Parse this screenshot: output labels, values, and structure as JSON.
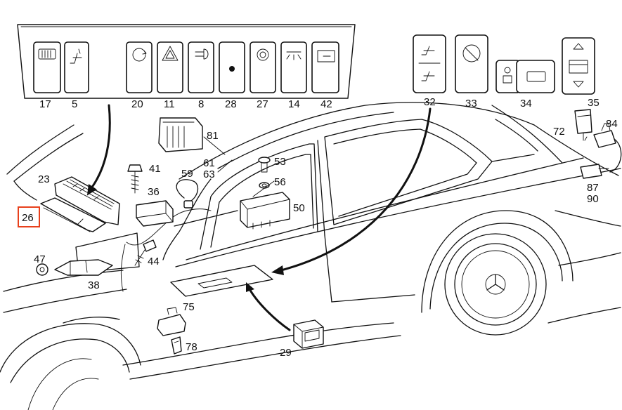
{
  "diagram": {
    "callouts": [
      {
        "id": "17",
        "label": "17"
      },
      {
        "id": "5",
        "label": "5"
      },
      {
        "id": "20",
        "label": "20"
      },
      {
        "id": "11",
        "label": "11"
      },
      {
        "id": "8",
        "label": "8"
      },
      {
        "id": "28",
        "label": "28"
      },
      {
        "id": "27",
        "label": "27"
      },
      {
        "id": "14",
        "label": "14"
      },
      {
        "id": "42",
        "label": "42"
      },
      {
        "id": "32",
        "label": "32"
      },
      {
        "id": "33",
        "label": "33"
      },
      {
        "id": "34",
        "label": "34"
      },
      {
        "id": "35",
        "label": "35"
      },
      {
        "id": "81",
        "label": "81"
      },
      {
        "id": "41",
        "label": "41"
      },
      {
        "id": "23",
        "label": "23"
      },
      {
        "id": "26",
        "label": "26"
      },
      {
        "id": "36",
        "label": "36"
      },
      {
        "id": "59",
        "label": "59"
      },
      {
        "id": "61",
        "label": "61"
      },
      {
        "id": "63",
        "label": "63"
      },
      {
        "id": "53",
        "label": "53"
      },
      {
        "id": "56",
        "label": "56"
      },
      {
        "id": "50",
        "label": "50"
      },
      {
        "id": "72",
        "label": "72"
      },
      {
        "id": "84",
        "label": "84"
      },
      {
        "id": "87",
        "label": "87"
      },
      {
        "id": "90",
        "label": "90"
      },
      {
        "id": "47",
        "label": "47"
      },
      {
        "id": "44",
        "label": "44"
      },
      {
        "id": "38",
        "label": "38"
      },
      {
        "id": "75",
        "label": "75"
      },
      {
        "id": "78",
        "label": "78"
      },
      {
        "id": "29",
        "label": "29"
      }
    ],
    "highlighted_callout": "26",
    "highlight_color": "#e8401c"
  }
}
